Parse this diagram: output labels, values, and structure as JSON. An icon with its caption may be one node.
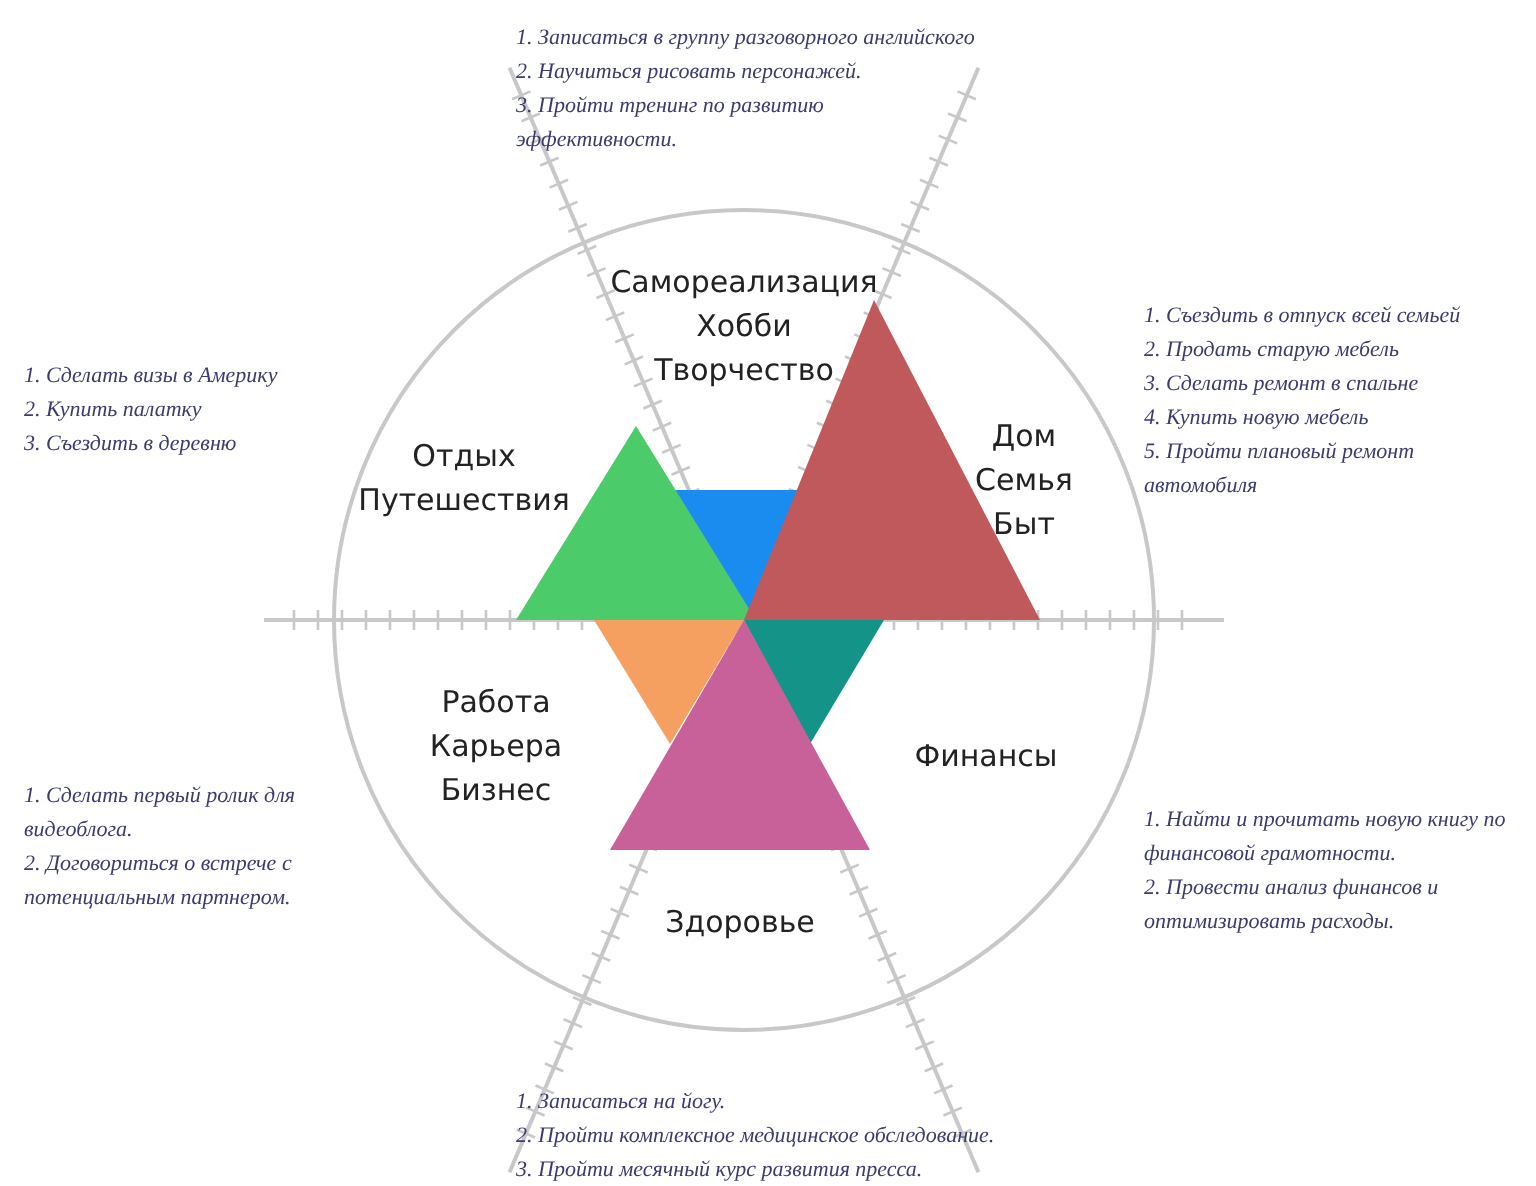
{
  "diagram": {
    "labels": [
      "1. Записаться в группу разговорного английского",
      "2. Научиться рисовать персонажей.",
      "3. Пройти тренинг по развитию эффективности.",
      "Самореализация Хобби Творчество",
      "1. Сделать визы в Америку",
      "2. Купить палатку",
      "3. Съездить в деревню",
      "Отдых Путешествия",
      "1. Съездить в отпуск всей семьей",
      "2. Продать старую мебель",
      "3. Сделать ремонт в спальне",
      "4. Купить новую мебель",
      "5. Пройти плановый ремонт автомобиля",
      "Дом Семья Быт",
      "Работа Карьера Бизнес",
      "Финансы",
      "1. Сделать первый ролик для видеоблога.",
      "2. Договориться о встрече с потенциальным партнером.",
      "1. Найти и прочитать новую книгу по финансовой грамотности.",
      "2. Провести анализ финансов и оптимизировать расходы.",
      "Здоровье",
      "1. Записаться на йогу.",
      "2. Пройти комплексное медицинское обследование.",
      "3. Пройти месячный курс развития пресса."
    ]
  }
}
